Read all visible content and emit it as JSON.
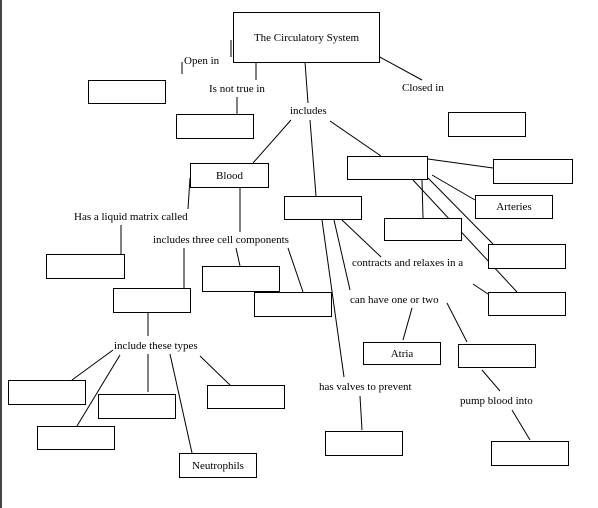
{
  "diagram": {
    "title": "The Circulatory System",
    "labels": {
      "open_in": "Open in",
      "is_not_true_in": "Is not true in",
      "closed_in": "Closed in",
      "includes": "includes",
      "liquid_matrix": "Has a liquid matrix called",
      "three_cell_components": "includes three cell components",
      "contracts_relaxes": "contracts and relaxes in a",
      "have_one_or_two": "can have one or two",
      "include_types": "include these types",
      "valves": "has valves to prevent",
      "pump_blood": "pump blood into"
    },
    "nodes": {
      "blood": "Blood",
      "arteries": "Arteries",
      "atria": "Atria",
      "neutrophils": "Neutrophils"
    }
  }
}
